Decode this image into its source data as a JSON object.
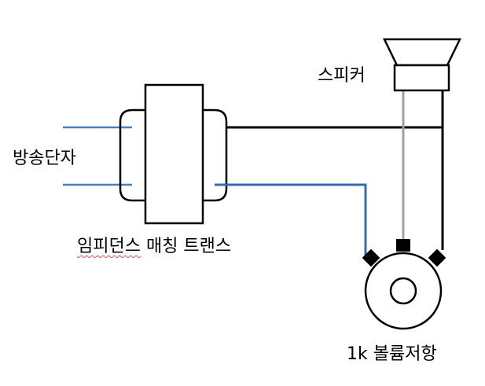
{
  "labels": {
    "speaker": "스피커",
    "broadcast_terminal": "방송단자",
    "transformer_underlined": "임피던스",
    "transformer_rest": " 매칭 트랜스",
    "volume_resistor": "1k 볼륨저항"
  },
  "colors": {
    "line": "#000000",
    "signal_wire": "#2f6db5",
    "input_wire": "#4a7fc0",
    "speaker_wire": "#a0a0a0",
    "spellcheck_underline": "#e05050"
  }
}
